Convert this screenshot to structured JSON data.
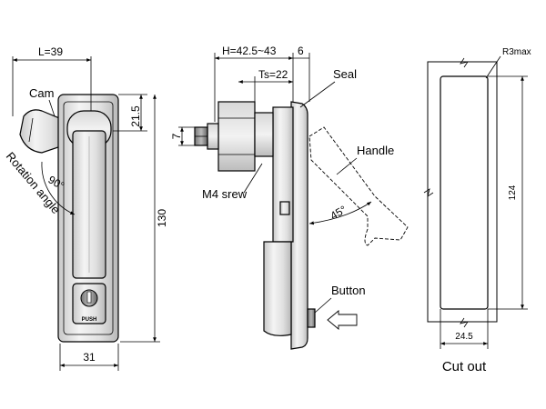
{
  "front_view": {
    "dim_width": "L=39",
    "dim_cam_offset": "21.5",
    "dim_height": "130",
    "dim_bottom_width": "31",
    "label_cam": "Cam",
    "label_rotation_angle": "Rotation angle",
    "label_rotation_value": "90°",
    "label_push": "PUSH"
  },
  "side_view": {
    "dim_h": "H=42.5~43",
    "dim_6": "6",
    "dim_ts": "Ts=22",
    "dim_7": "7",
    "label_seal": "Seal",
    "label_handle": "Handle",
    "label_m4": "M4 srew",
    "label_angle": "45°",
    "label_button": "Button"
  },
  "cutout": {
    "label_r3": "R3max",
    "dim_124": "124",
    "dim_245": "24.5",
    "caption": "Cut out"
  }
}
